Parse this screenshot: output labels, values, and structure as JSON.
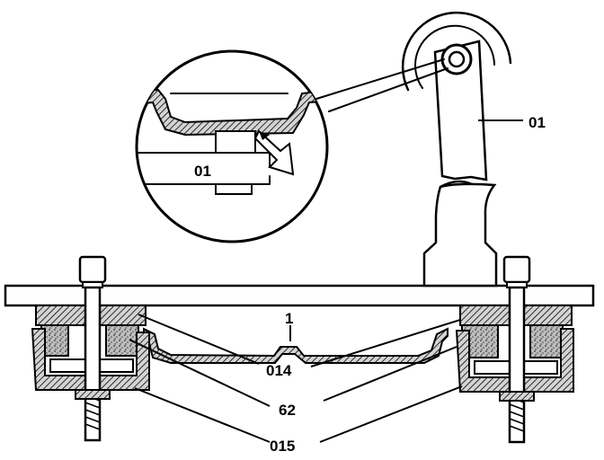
{
  "labels": {
    "tool_part": "01",
    "detail_tool_part": "01",
    "center_part": "1",
    "upper_seal": "014",
    "middle_part": "62",
    "lower_part": "015"
  },
  "colors": {
    "ink": "#000000",
    "hatch_fill": "#cfcfcf",
    "background": "#ffffff"
  }
}
